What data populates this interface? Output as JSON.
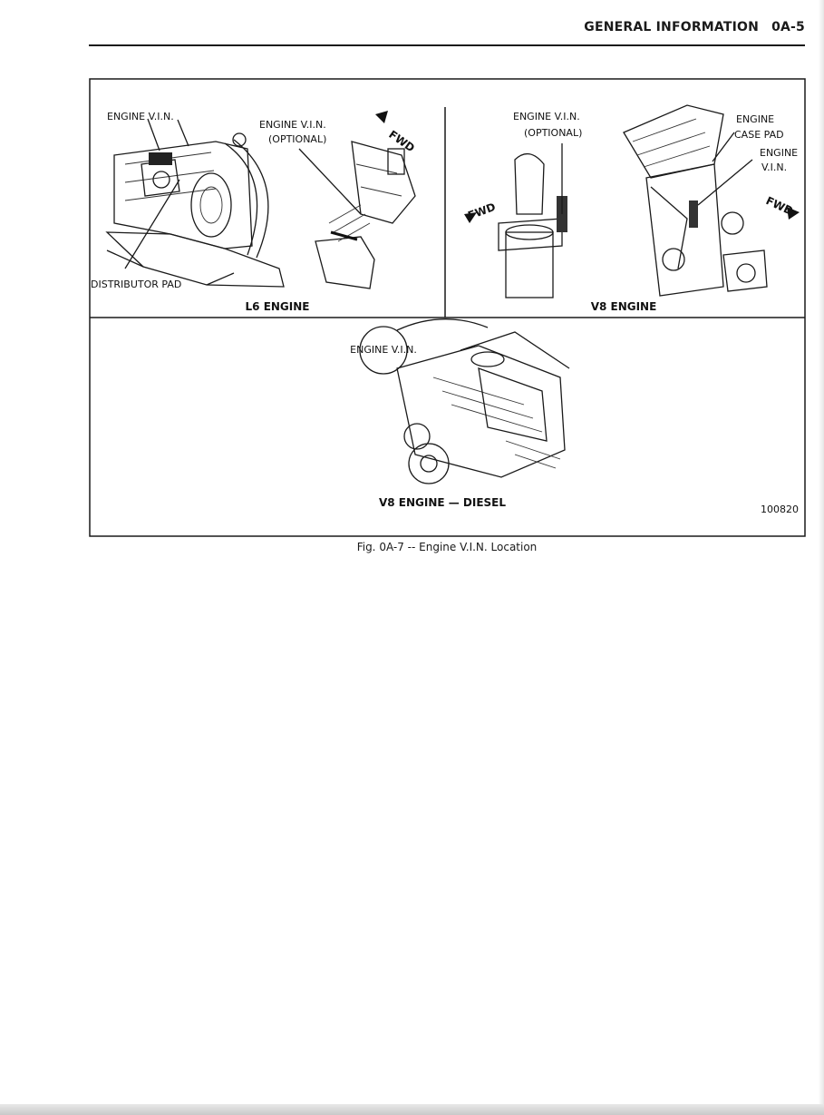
{
  "header": {
    "section": "GENERAL INFORMATION",
    "page": "0A-5"
  },
  "figure": {
    "panels": {
      "l6": {
        "title": "L6 ENGINE",
        "labels": {
          "vin": "ENGINE V.I.N.",
          "vin_optional_1": "ENGINE V.I.N.",
          "vin_optional_2": "(OPTIONAL)",
          "fwd": "FWD",
          "distributor_pad": "DISTRIBUTOR PAD"
        }
      },
      "v8": {
        "title": "V8 ENGINE",
        "labels": {
          "vin_optional_1": "ENGINE V.I.N.",
          "vin_optional_2": "(OPTIONAL)",
          "case_pad_1": "ENGINE",
          "case_pad_2": "CASE PAD",
          "vin_1": "ENGINE",
          "vin_2": "V.I.N.",
          "fwd_left": "FWD",
          "fwd_right": "FWD"
        }
      },
      "diesel": {
        "title": "V8 ENGINE — DIESEL",
        "callout": "ENGINE V.I.N."
      }
    },
    "figure_number": "100820",
    "caption": "Fig. 0A-7 -- Engine V.I.N. Location"
  }
}
